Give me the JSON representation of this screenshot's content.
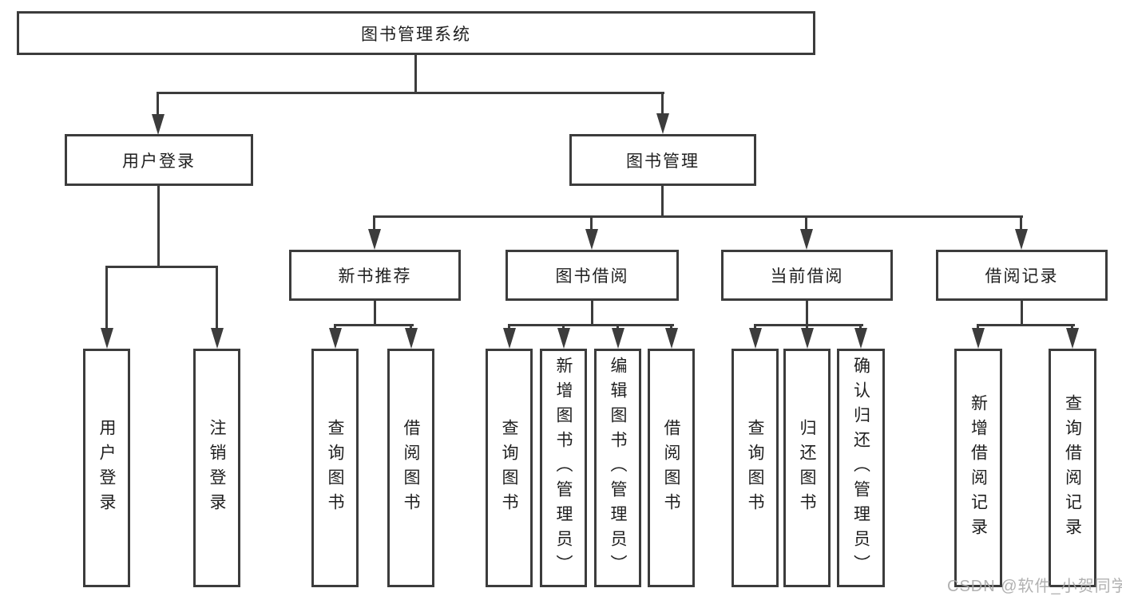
{
  "diagram": {
    "root": {
      "label": "图书管理系统"
    },
    "branches": [
      {
        "label": "用户登录",
        "children": [
          {
            "label": "用户登录"
          },
          {
            "label": "注销登录"
          }
        ]
      },
      {
        "label": "图书管理",
        "children": [
          {
            "label": "新书推荐",
            "children": [
              {
                "label": "查询图书"
              },
              {
                "label": "借阅图书"
              }
            ]
          },
          {
            "label": "图书借阅",
            "children": [
              {
                "label": "查询图书"
              },
              {
                "label": "新增图书（管理员）"
              },
              {
                "label": "编辑图书（管理员）"
              },
              {
                "label": "借阅图书"
              }
            ]
          },
          {
            "label": "当前借阅",
            "children": [
              {
                "label": "查询图书"
              },
              {
                "label": "归还图书"
              },
              {
                "label": "确认归还（管理员）"
              }
            ]
          },
          {
            "label": "借阅记录",
            "children": [
              {
                "label": "新增借阅记录"
              },
              {
                "label": "查询借阅记录"
              }
            ]
          }
        ]
      }
    ]
  },
  "watermark": {
    "text": "CSDN @软件_小贺同学"
  },
  "colors": {
    "line": "#3c3c3c",
    "text": "#1f1f1f",
    "watermark": "#a8a8a8",
    "background": "#ffffff"
  }
}
